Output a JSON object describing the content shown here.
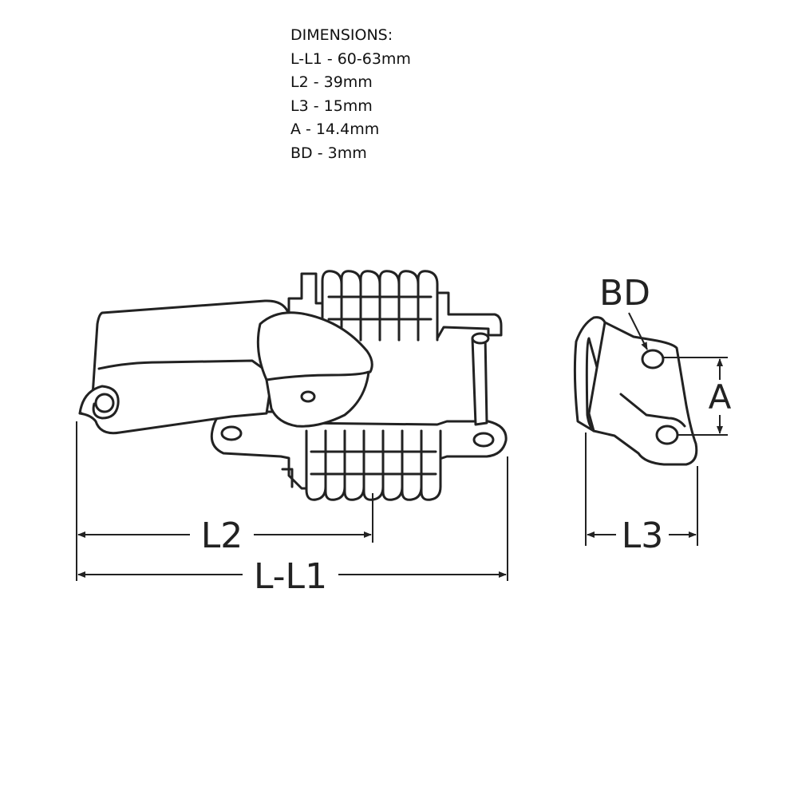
{
  "specs": {
    "heading": "DIMENSIONS:",
    "lines": [
      "L-L1 - 60-63mm",
      "L2 - 39mm",
      "L3 - 15mm",
      "A - 14.4mm",
      "BD - 3mm"
    ]
  },
  "labels": {
    "l2": "L2",
    "l_l1": "L-L1",
    "l3": "L3",
    "a": "A",
    "bd": "BD"
  },
  "colors": {
    "ink": "#222222",
    "background": "#ffffff"
  }
}
